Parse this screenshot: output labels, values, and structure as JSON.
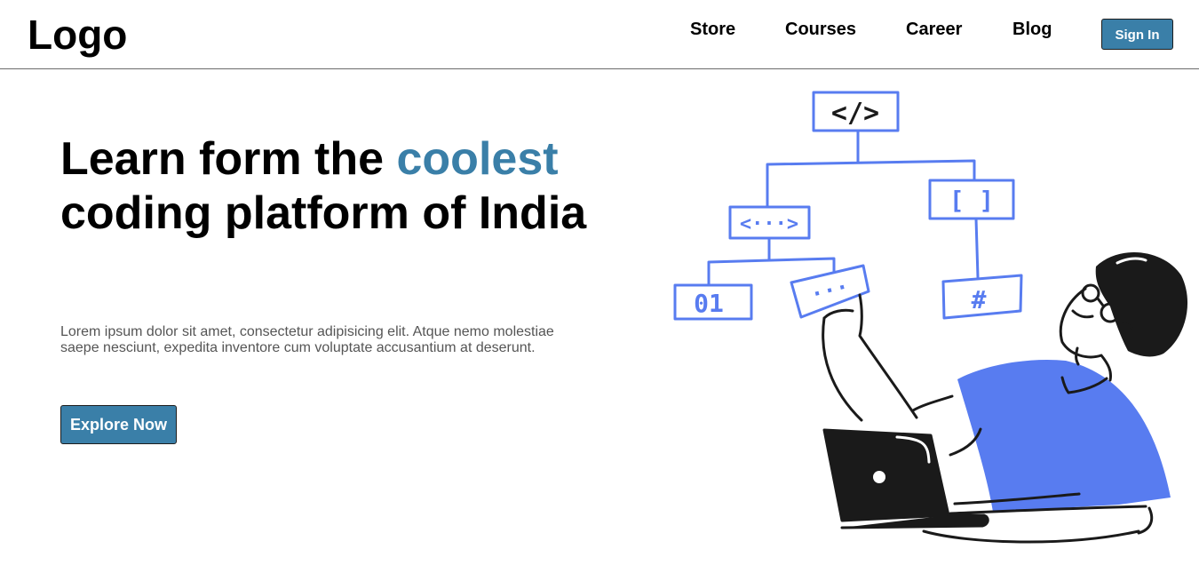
{
  "nav": {
    "logo": "Logo",
    "links": [
      {
        "label": "Store"
      },
      {
        "label": "Courses"
      },
      {
        "label": "Career"
      },
      {
        "label": "Blog"
      }
    ],
    "signin_label": "Sign In"
  },
  "hero": {
    "title_part1": "Learn form the ",
    "title_accent": "coolest",
    "title_part2": " coding platform of India",
    "description": "Lorem ipsum dolor sit amet, consectetur adipisicing elit. Atque nemo molestiae saepe nesciunt, expedita inventore cum voluptate accusantium at deserunt.",
    "cta_label": "Explore Now"
  },
  "illustration": {
    "tree_labels": {
      "root": "</>",
      "left": "<···>",
      "right": "[ ]",
      "leaf_left": "01",
      "leaf_mid": "···",
      "leaf_right": "#"
    }
  },
  "colors": {
    "accent": "#3a7fa8",
    "illustration_blue": "#587cf0",
    "ink": "#1a1a1a"
  }
}
